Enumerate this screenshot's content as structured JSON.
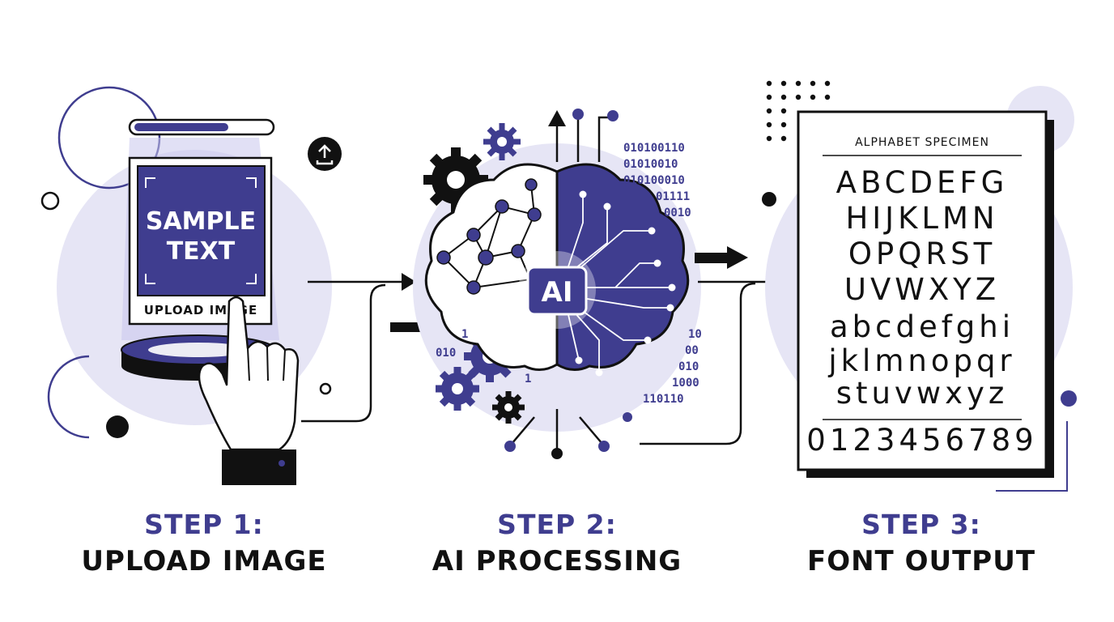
{
  "colors": {
    "accent": "#3f3d8f",
    "lavender": "#e6e5f5",
    "ink": "#111111"
  },
  "steps": [
    {
      "number": "STEP 1:",
      "name": "UPLOAD IMAGE"
    },
    {
      "number": "STEP 2:",
      "name": "AI PROCESSING"
    },
    {
      "number": "STEP 3:",
      "name": "FONT OUTPUT"
    }
  ],
  "upload": {
    "sample_text_line1": "SAMPLE",
    "sample_text_line2": "TEXT",
    "caption": "UPLOAD IMAGE",
    "icon": "upload-icon"
  },
  "ai": {
    "label": "AI",
    "binary_top": [
      "010100110",
      "01010010",
      "010100010",
      "01111",
      "0010"
    ],
    "binary_left": [
      "1",
      "010",
      "1"
    ],
    "binary_right": [
      "10",
      "00",
      "010",
      "1000",
      "110110"
    ]
  },
  "specimen": {
    "title": "ALPHABET SPECIMEN",
    "lines": [
      "ABCDEFG",
      "HIJKLMN",
      "OPQRST",
      "UVWXYZ",
      "abcdefghi",
      "jklmnopqr",
      "stuvwxyz"
    ],
    "digits": "0123456789"
  }
}
